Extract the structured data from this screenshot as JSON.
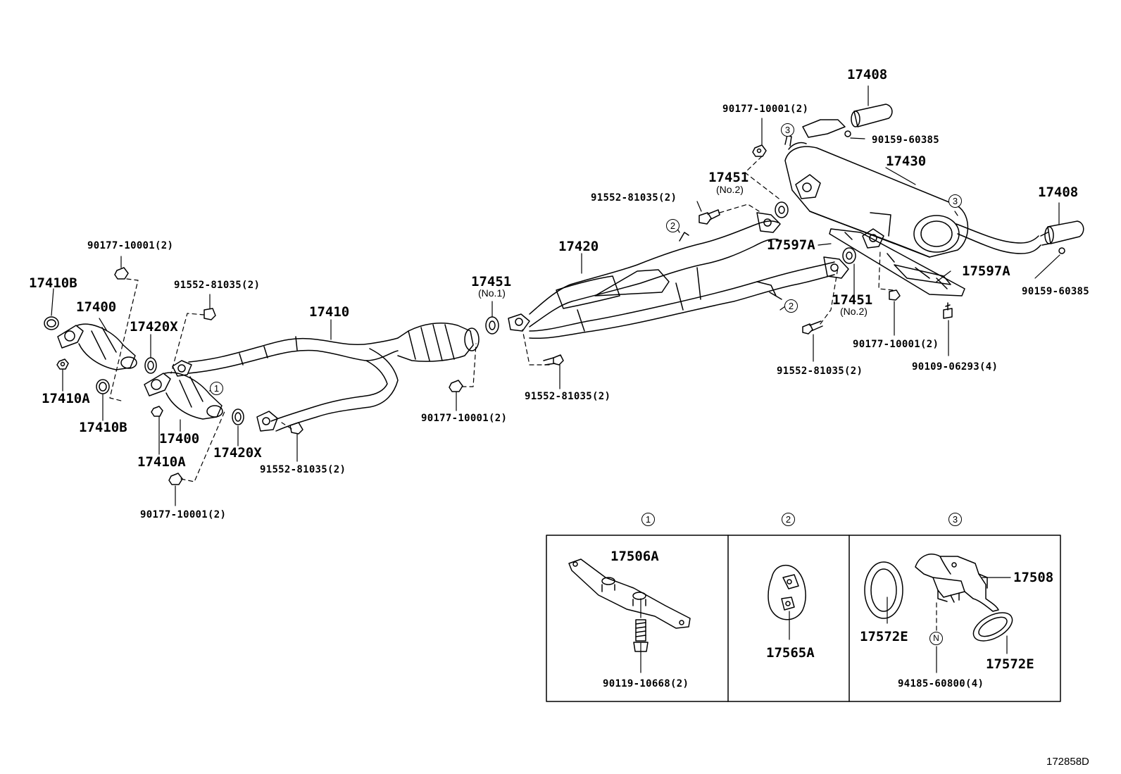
{
  "labels": {
    "p17408_top": "17408",
    "p17408_right": "17408",
    "p17430": "17430",
    "p17451_upper": "17451",
    "p17451_upper_sub": "(No.2)",
    "p17451_mid": "17451",
    "p17451_mid_sub": "(No.1)",
    "p17451_lower": "17451",
    "p17451_lower_sub": "(No.2)",
    "p17420": "17420",
    "p17597a_left": "17597A",
    "p17597a_right": "17597A",
    "p17410": "17410",
    "p17410b_top": "17410B",
    "p17410b_bottom": "17410B",
    "p17400_top": "17400",
    "p17400_bottom": "17400",
    "p17420x_top": "17420X",
    "p17420x_bottom": "17420X",
    "p17410a_left": "17410A",
    "p17410a_bottom": "17410A",
    "p17506a": "17506A",
    "p17565a": "17565A",
    "p17508": "17508",
    "p17572e_left": "17572E",
    "p17572e_right": "17572E"
  },
  "part_numbers": {
    "n90177_top": "90177-10001(2)",
    "n90159_top": "90159-60385",
    "n91552_upper": "91552-81035(2)",
    "n90159_right": "90159-60385",
    "n90177_left": "90177-10001(2)",
    "n91552_left": "91552-81035(2)",
    "n91552_lower_right": "91552-81035(2)",
    "n90177_right": "90177-10001(2)",
    "n90109": "90109-06293(4)",
    "n91552_mid": "91552-81035(2)",
    "n90177_mid": "90177-10001(2)",
    "n91552_bottom": "91552-81035(2)",
    "n90177_bottom": "90177-10001(2)",
    "n90119": "90119-10668(2)",
    "n94185": "94185-60800(4)"
  },
  "callouts": {
    "c1": "1",
    "c2": "2",
    "c3": "3",
    "n_marker": "N"
  },
  "reference_code": "172858D"
}
